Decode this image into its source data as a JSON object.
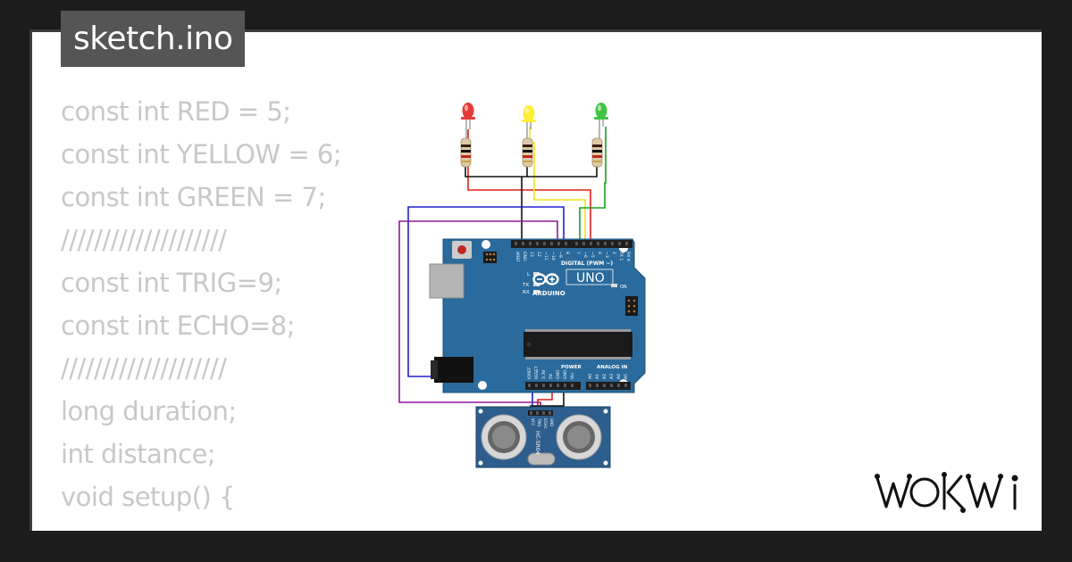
{
  "file_tab": {
    "label": "sketch.ino"
  },
  "code": {
    "lines": [
      "const int RED = 5;",
      "const int YELLOW = 6;",
      "const int GREEN = 7;",
      "////////////////////",
      "const int TRIG=9;",
      "const int ECHO=8;",
      "////////////////////",
      "long duration;",
      "int distance;",
      "void setup() {"
    ]
  },
  "circuit": {
    "board": {
      "name": "UNO",
      "brand": "ARDUINO",
      "digital_header": "DIGITAL (PWM ~)",
      "power_header": "POWER",
      "analog_header": "ANALOG IN",
      "on_label": "ON",
      "l_label": "L",
      "tx_label": "TX",
      "rx_label": "RX",
      "digital_pins": [
        "AREF",
        "GND",
        "13",
        "12",
        "~11",
        "~10",
        "~9",
        "8",
        "7",
        "~6",
        "~5",
        "4",
        "~3",
        "2",
        "TX 1",
        "RX 0"
      ],
      "power_pins": [
        "IOREF",
        "RESET",
        "3.3V",
        "5V",
        "GND",
        "GND",
        "Vin"
      ],
      "analog_pins": [
        "A0",
        "A1",
        "A2",
        "A3",
        "A4",
        "A5"
      ]
    },
    "sensor": {
      "label": "HC-SR04",
      "pins": [
        "VCC",
        "TRIG",
        "ECHO",
        "GND"
      ]
    },
    "leds": [
      {
        "color": "#e53935"
      },
      {
        "color": "#ffee33"
      },
      {
        "color": "#43c543"
      }
    ],
    "wire_colors": {
      "red": "#e0201a",
      "yellow": "#f2e21e",
      "green": "#1aa01a",
      "black": "#111111",
      "blue": "#2020d0",
      "purple": "#8a1a9a"
    },
    "board_color": "#2a6a9c"
  },
  "brand": {
    "name": "WOKWI"
  }
}
